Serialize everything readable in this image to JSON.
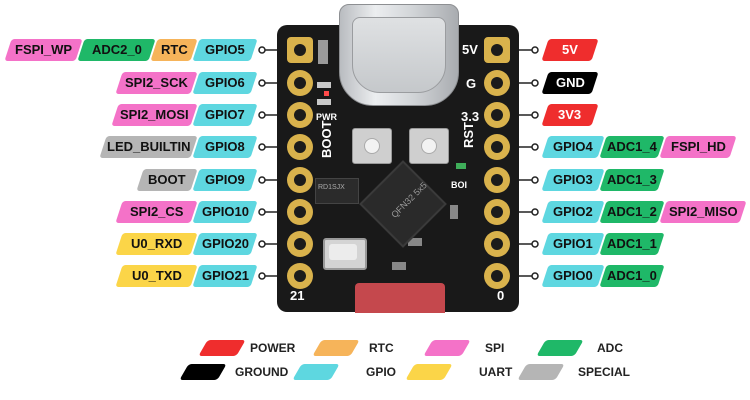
{
  "colors": {
    "power": "#ef2d2d",
    "ground": "#000000",
    "rtc": "#f6b45a",
    "gpio": "#5ed7e0",
    "spi": "#f472c8",
    "uart": "#fbd548",
    "adc": "#1fb868",
    "special": "#b5b5b5"
  },
  "left_pins": [
    {
      "gpio": "GPIO5",
      "fn1": "RTC",
      "fn2": "ADC2_0",
      "fn3": "FSPI_WP"
    },
    {
      "gpio": "GPIO6",
      "fn1": "SPI2_SCK"
    },
    {
      "gpio": "GPIO7",
      "fn1": "SPI2_MOSI"
    },
    {
      "gpio": "GPIO8",
      "fn1": "LED_BUILTIN"
    },
    {
      "gpio": "GPIO9",
      "fn1": "BOOT"
    },
    {
      "gpio": "GPIO10",
      "fn1": "SPI2_CS"
    },
    {
      "gpio": "GPIO20",
      "fn1": "U0_RXD"
    },
    {
      "gpio": "GPIO21",
      "fn1": "U0_TXD"
    }
  ],
  "right_pins": [
    {
      "label": "5V"
    },
    {
      "label": "GND"
    },
    {
      "label": "3V3"
    },
    {
      "gpio": "GPIO4",
      "fn1": "ADC1_4",
      "fn2": "FSPI_HD"
    },
    {
      "gpio": "GPIO3",
      "fn1": "ADC1_3"
    },
    {
      "gpio": "GPIO2",
      "fn1": "ADC1_2",
      "fn2": "SPI2_MISO"
    },
    {
      "gpio": "GPIO1",
      "fn1": "ADC1_1"
    },
    {
      "gpio": "GPIO0",
      "fn1": "ADC1_0"
    }
  ],
  "board": {
    "silk_5v": "5V",
    "silk_g": "G",
    "silk_33": "3.3",
    "silk_rst": "RST",
    "silk_boot": "BOOT",
    "silk_pwr": "PWR",
    "silk_21": "21",
    "silk_0": "0",
    "silk_boi": "BOI",
    "chip_label": "QFN32 5x5",
    "regulator_label": "RD1SJX"
  },
  "legend": [
    {
      "label": "POWER"
    },
    {
      "label": "RTC"
    },
    {
      "label": "SPI"
    },
    {
      "label": "ADC"
    },
    {
      "label": "GROUND"
    },
    {
      "label": "GPIO"
    },
    {
      "label": "UART"
    },
    {
      "label": "SPECIAL"
    }
  ]
}
